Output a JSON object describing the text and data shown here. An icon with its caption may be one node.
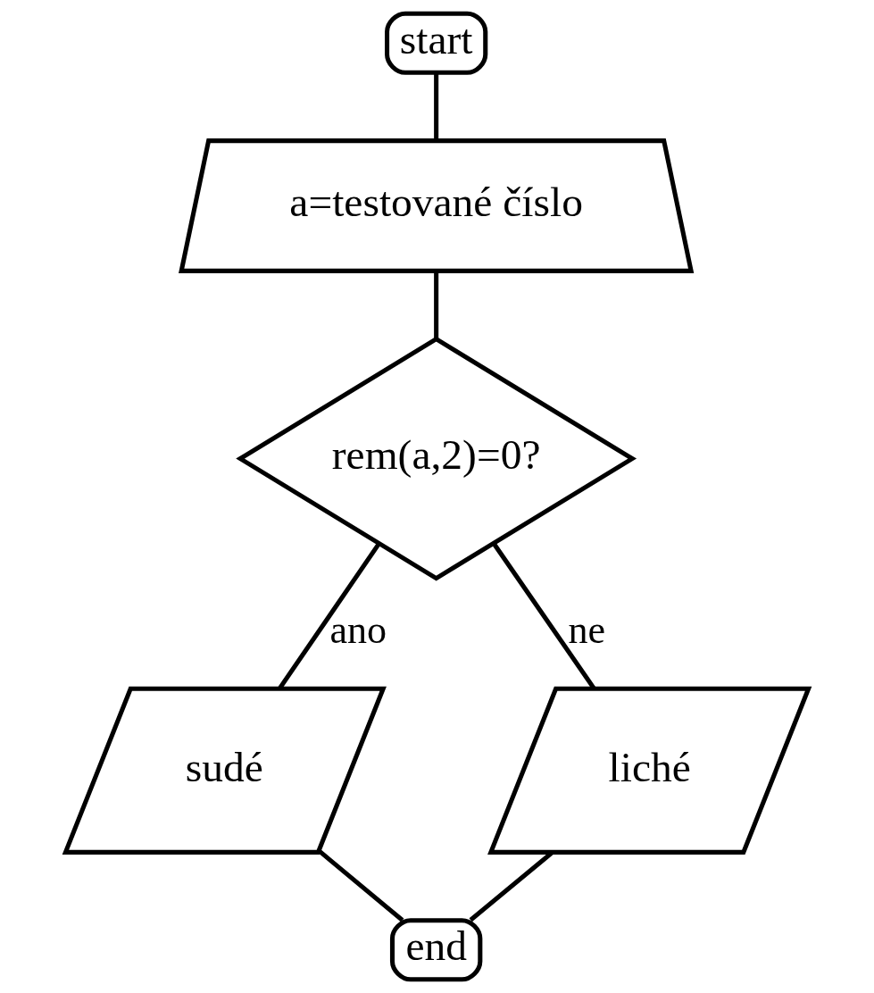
{
  "diagram": {
    "nodes": [
      {
        "text": [
          "start"
        ]
      },
      {
        "text": [
          "a=testované číslo"
        ]
      },
      {
        "text": [
          "rem(a,2)=0?"
        ]
      },
      {
        "text": [
          "sudé"
        ]
      },
      {
        "text": [
          "liché"
        ]
      },
      {
        "text": [
          "end"
        ]
      }
    ],
    "edges": [
      {
        "from": 0,
        "to": 1,
        "arrow": "none"
      },
      {
        "from": 1,
        "to": 2,
        "arrow": "none"
      },
      {
        "from": 2,
        "to": 3,
        "arrow": "none",
        "label": "ano"
      },
      {
        "from": 2,
        "to": 4,
        "arrow": "none",
        "label": "ne"
      },
      {
        "from": 3,
        "to": 5,
        "arrow": "none"
      },
      {
        "from": 4,
        "to": 5,
        "arrow": "none"
      }
    ]
  }
}
